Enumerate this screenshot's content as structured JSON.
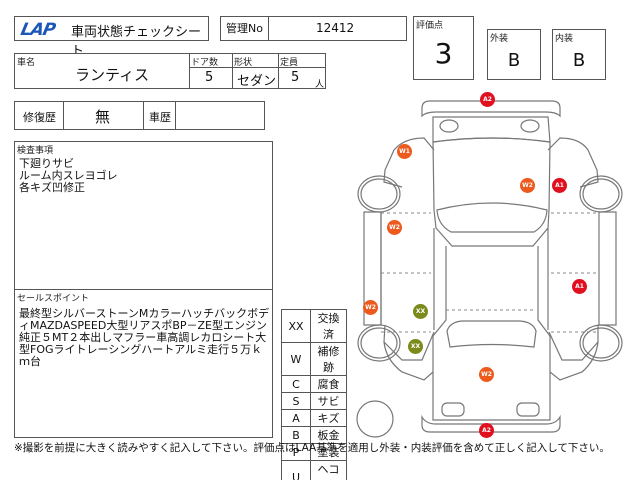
{
  "header": {
    "logo": "LAP",
    "title": "車両状態チェックシート",
    "management_no_label": "管理No",
    "management_no": "12412"
  },
  "car": {
    "name_label": "車名",
    "name": "ランティス",
    "doors_label": "ドア数",
    "doors": "5",
    "shape_label": "形状",
    "shape": "セダン",
    "capacity_label": "定員",
    "capacity": "5",
    "capacity_unit": "人"
  },
  "evaluation": {
    "score_label": "評価点",
    "score": "3",
    "exterior_label": "外装",
    "exterior": "B",
    "interior_label": "内装",
    "interior": "B"
  },
  "history": {
    "repair_label": "修復歴",
    "repair_value": "無",
    "car_history_label": "車歴",
    "car_history_value": ""
  },
  "inspection": {
    "label": "検査事項",
    "lines": [
      "下廻りサビ",
      "ルーム内スレヨゴレ",
      "各キズ凹修正"
    ]
  },
  "sales_point": {
    "label": "セールスポイント",
    "text": "最終型シルバーストーンMカラーハッチバックボディMAZDASPEED大型リアスポBP－ZE型エンジン純正５MT２本出しマフラー車高調レカロシート大型FOGライトレーシングハートアルミ走行５万ｋｍ台"
  },
  "legend": [
    {
      "code": "XX",
      "meaning": "交換済"
    },
    {
      "code": "W",
      "meaning": "補修跡"
    },
    {
      "code": "C",
      "meaning": "腐食"
    },
    {
      "code": "S",
      "meaning": "サビ"
    },
    {
      "code": "A",
      "meaning": "キズ"
    },
    {
      "code": "B",
      "meaning": "板金"
    },
    {
      "code": "P",
      "meaning": "塗装"
    },
    {
      "code": "U",
      "meaning": "ヘコミ"
    }
  ],
  "damage_marks": [
    {
      "code": "A2",
      "location": "rear-bumper",
      "color": "#e0101e"
    },
    {
      "code": "W1",
      "location": "left-rear-fender",
      "color": "#ec5a1d"
    },
    {
      "code": "W2",
      "location": "rear-hatch-right",
      "color": "#ec5a1d"
    },
    {
      "code": "A1",
      "location": "right-rear-fender",
      "color": "#e0101e"
    },
    {
      "code": "W2",
      "location": "left-rear-door",
      "color": "#ec5a1d"
    },
    {
      "code": "A1",
      "location": "right-front-door",
      "color": "#e0101e"
    },
    {
      "code": "W2",
      "location": "left-sill",
      "color": "#ec5a1d"
    },
    {
      "code": "XX",
      "location": "left-front-door",
      "color": "#7b8a1a"
    },
    {
      "code": "XX",
      "location": "left-front-fender",
      "color": "#7b8a1a"
    },
    {
      "code": "W2",
      "location": "hood",
      "color": "#ec5a1d"
    },
    {
      "code": "A2",
      "location": "front-bumper",
      "color": "#e0101e"
    }
  ],
  "footnote": "※撮影を前提に大きく読みやすく記入して下さい。評価点はLAA基準を適用し外装・内装評価を含めて正しく記入して下さい。"
}
